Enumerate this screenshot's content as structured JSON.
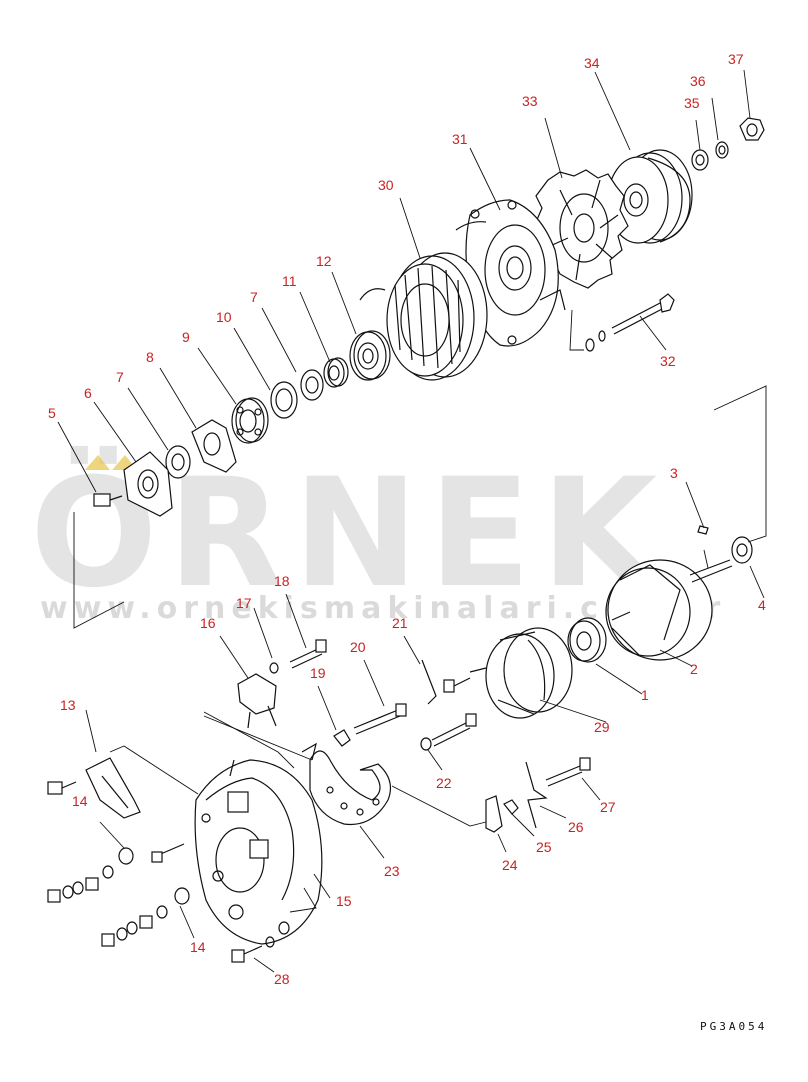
{
  "diagram": {
    "callouts": [
      "1",
      "2",
      "3",
      "4",
      "5",
      "6",
      "7",
      "7",
      "8",
      "9",
      "10",
      "11",
      "12",
      "13",
      "14",
      "14",
      "15",
      "16",
      "17",
      "18",
      "19",
      "20",
      "21",
      "22",
      "23",
      "24",
      "25",
      "26",
      "27",
      "28",
      "29",
      "30",
      "31",
      "32",
      "33",
      "34",
      "35",
      "36",
      "37"
    ],
    "drawing_code": "PG3A054"
  },
  "watermark": {
    "brand": "ÖRNEK",
    "url": "www.ornekismakinalari.com.tr",
    "color": "#c8c8cc",
    "accent": "#e8c34a"
  },
  "colors": {
    "callout": "#cc2222",
    "line": "#111111"
  }
}
